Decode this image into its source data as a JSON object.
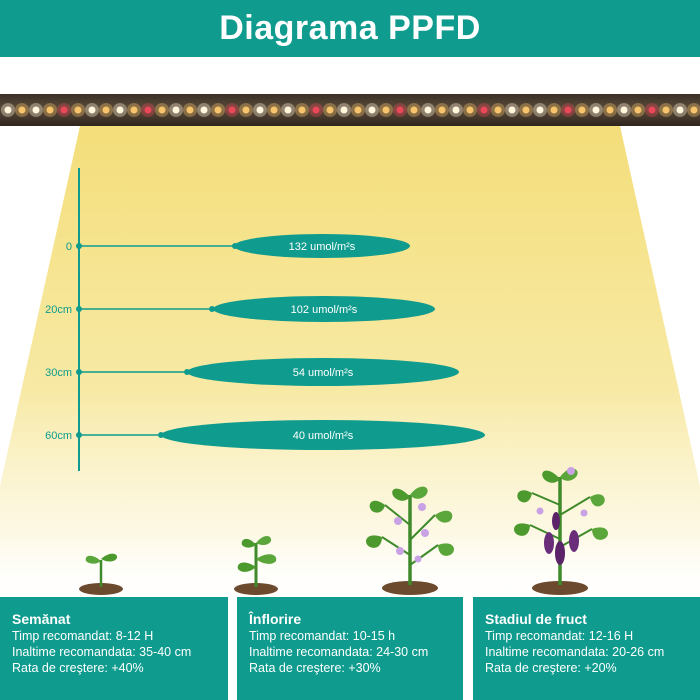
{
  "header": {
    "title": "Diagrama PPFD"
  },
  "diagram": {
    "rows": [
      {
        "distance": "0",
        "ppfd": "132 umol/m²s"
      },
      {
        "distance": "20cm",
        "ppfd": "102 umol/m²s"
      },
      {
        "distance": "30cm",
        "ppfd": "54 umol/m²s"
      },
      {
        "distance": "60cm",
        "ppfd": "40 umol/m²s"
      }
    ]
  },
  "stages": [
    {
      "title": "Semănat",
      "time": "Timp recomandat: 8-12 H",
      "height": "Inaltime recomandata: 35-40 cm",
      "growth": "Rata de creştere: +40%"
    },
    {
      "title": "Înflorire",
      "time": "Timp recomandat: 10-15 h",
      "height": "Inaltime recomandata: 24-30 cm",
      "growth": "Rata de creştere: +30%"
    },
    {
      "title": "Stadiul de fruct",
      "time": "Timp recomandat: 12-16 H",
      "height": "Inaltime recomandata: 20-26 cm",
      "growth": "Rata de creştere: +20%"
    }
  ],
  "colors": {
    "accent": "#0f9b8e",
    "beam": "#f4de7a",
    "white": "#ffffff"
  },
  "icons": [
    "led-strip-icon",
    "seedling-icon",
    "young-plant-icon",
    "flowering-plant-icon",
    "fruiting-plant-icon"
  ]
}
